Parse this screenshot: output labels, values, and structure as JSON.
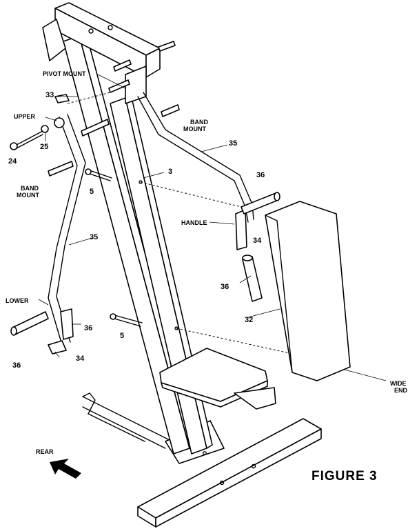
{
  "figure_title": "FIGURE 3",
  "labels": {
    "pivot_mount": "PIVOT MOUNT",
    "upper": "UPPER",
    "band_mount_left": [
      "BAND",
      "MOUNT"
    ],
    "band_mount_right": [
      "BAND",
      "MOUNT"
    ],
    "handle": "HANDLE",
    "lower": "LOWER",
    "wide_end": [
      "WIDE",
      "END"
    ],
    "rear": "REAR"
  },
  "part_numbers": {
    "p33": "33",
    "p25": "25",
    "p24": "24",
    "p5_upper": "5",
    "p5_lower": "5",
    "p3": "3",
    "p35_right": "35",
    "p35_left": "35",
    "p36_right_top": "36",
    "p36_right_grip": "36",
    "p36_lower_mid": "36",
    "p36_lower_left": "36",
    "p34_right": "34",
    "p34_lower": "34",
    "p32": "32"
  }
}
